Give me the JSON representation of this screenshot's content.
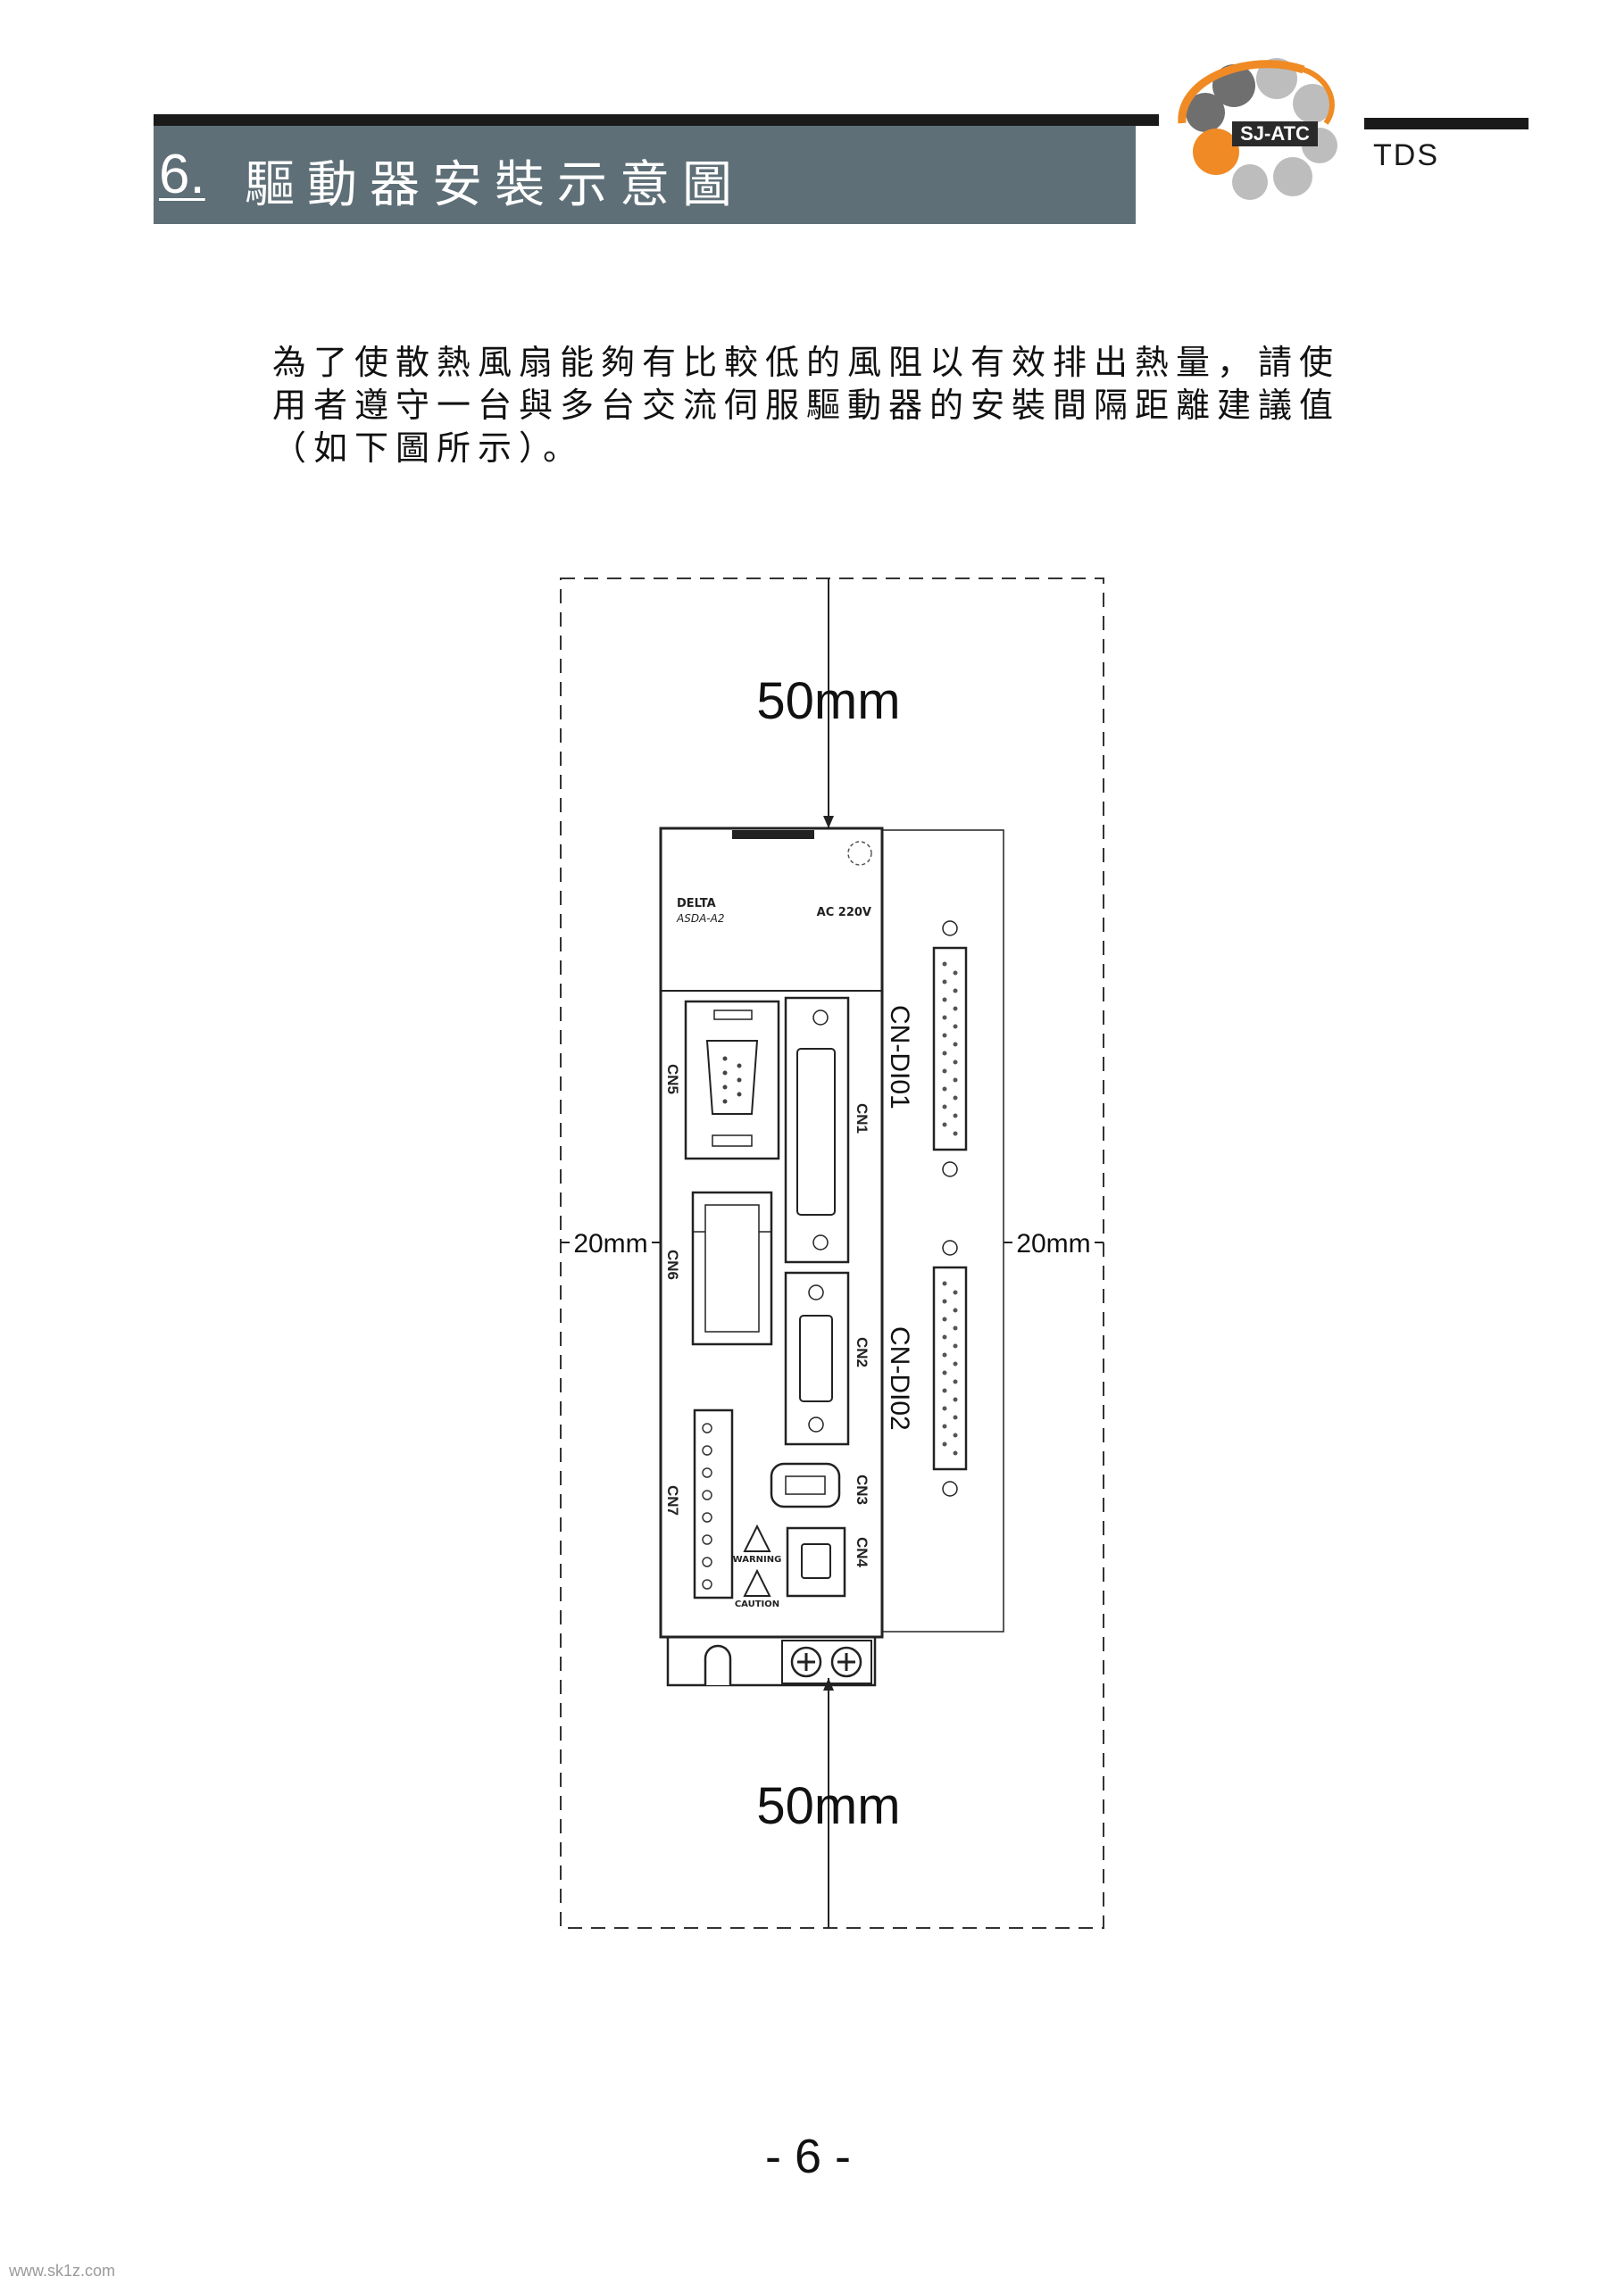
{
  "header": {
    "section_number": "6.",
    "section_title": "驅動器安裝示意圖",
    "logo_text": "SJ-ATC",
    "doc_code": "TDS"
  },
  "body": {
    "lines": [
      "為了使散熱風扇能夠有比較低的風阻以有效排出熱量，請使",
      "用者遵守一台與多台交流伺服驅動器的安裝間隔距離建議值",
      "（如下圖所示）。"
    ]
  },
  "diagram": {
    "top_clearance": "50mm",
    "bottom_clearance": "50mm",
    "left_clearance": "20mm",
    "right_clearance": "20mm",
    "brand_label": "DELTA",
    "model_label": "ASDA-A2",
    "voltage_label": "AC 220V",
    "cn_di01": "CN-DI01",
    "cn_di02": "CN-DI02",
    "cn1": "CN1",
    "cn2": "CN2",
    "cn3": "CN3",
    "cn4": "CN4",
    "cn5": "CN5",
    "cn6": "CN6",
    "cn7": "CN7",
    "warning": "WARNING",
    "caution": "CAUTION"
  },
  "footer": {
    "page_number": "- 6 -",
    "watermark": "www.sk1z.com"
  },
  "colors": {
    "header_box": "#5e6f77",
    "header_bar": "#1a1a1a",
    "logo_orange": "#f08a24",
    "logo_gray_dark": "#6f6f6f",
    "logo_gray_light": "#bdbdbd"
  }
}
